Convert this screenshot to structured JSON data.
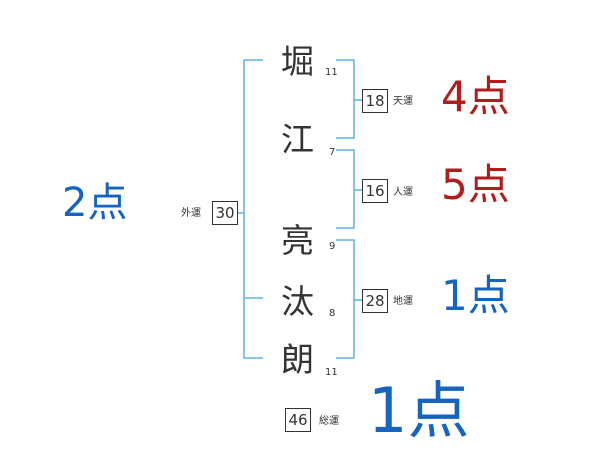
{
  "name": {
    "chars": [
      {
        "char": "堀",
        "strokes": "11"
      },
      {
        "char": "江",
        "strokes": "7"
      },
      {
        "char": "亮",
        "strokes": "9"
      },
      {
        "char": "汰",
        "strokes": "8"
      },
      {
        "char": "朗",
        "strokes": "11"
      }
    ]
  },
  "fortunes": {
    "gaiun": {
      "label": "外運",
      "value": "30",
      "score": "2点"
    },
    "tenun": {
      "label": "天運",
      "value": "18",
      "score": "4点"
    },
    "jinun": {
      "label": "人運",
      "value": "16",
      "score": "5点"
    },
    "chiun": {
      "label": "地運",
      "value": "28",
      "score": "1点"
    },
    "souun": {
      "label": "総運",
      "value": "46",
      "score": "1点"
    }
  },
  "colors": {
    "bracket": "#5bb3e6",
    "score_red": "#b21c1c",
    "score_blue": "#1565c0"
  }
}
